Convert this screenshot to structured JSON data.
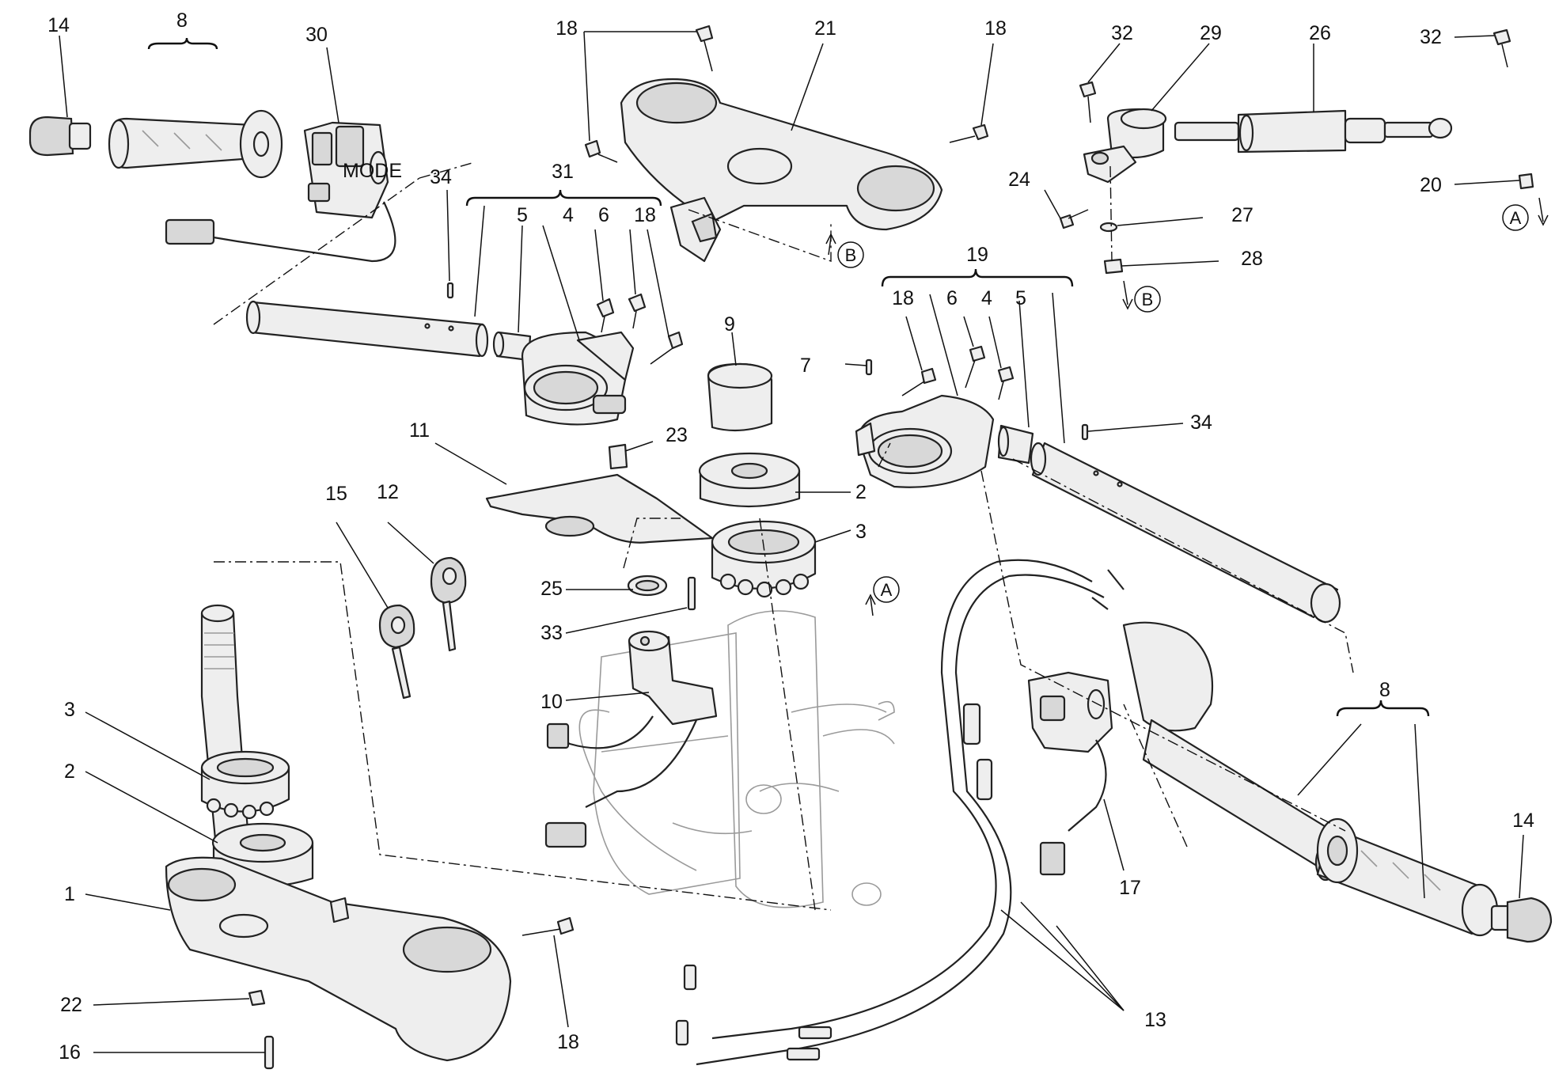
{
  "callouts": {
    "c1": "1",
    "c2a": "2",
    "c2b": "2",
    "c3a": "3",
    "c3b": "3",
    "c4a": "4",
    "c4b": "4",
    "c5a": "5",
    "c5b": "5",
    "c6a": "6",
    "c6b": "6",
    "c7": "7",
    "c8a": "8",
    "c8b": "8",
    "c9": "9",
    "c10": "10",
    "c11": "11",
    "c12": "12",
    "c13": "13",
    "c14a": "14",
    "c14b": "14",
    "c15": "15",
    "c16": "16",
    "c17": "17",
    "c18a": "18",
    "c18b": "18",
    "c18c": "18",
    "c18d": "18",
    "c18e": "18",
    "c19": "19",
    "c20": "20",
    "c21": "21",
    "c22": "22",
    "c23": "23",
    "c24": "24",
    "c25": "25",
    "c26": "26",
    "c27": "27",
    "c28": "28",
    "c29": "29",
    "c30": "30",
    "c31": "31",
    "c32a": "32",
    "c32b": "32",
    "c33": "33",
    "c34a": "34",
    "c34b": "34"
  },
  "refs": {
    "a1": "A",
    "a2": "A",
    "b1": "B",
    "b2": "B"
  },
  "switch_labels": {
    "mode": "MODE"
  },
  "colors": {
    "line": "#222222",
    "part_fill": "#eeeeee",
    "frame": "#9a9a9a",
    "background": "#ffffff"
  }
}
